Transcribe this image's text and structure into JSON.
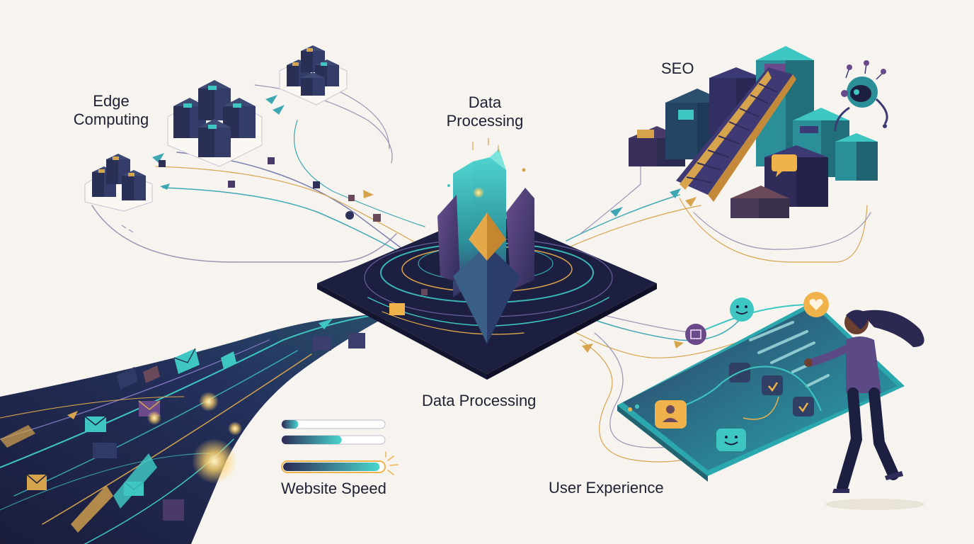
{
  "labels": {
    "edge_computing": "Edge\nComputing",
    "data_processing_top": "Data\nProcessing",
    "seo": "SEO",
    "data_processing_bottom": "Data Processing",
    "website_speed": "Website Speed",
    "user_experience": "User Experience"
  },
  "speed_bars": [
    0.16,
    0.58,
    0.96
  ],
  "colors": {
    "background": "#f7f4ef",
    "navy": "#1c1f3f",
    "teal": "#3ec6c3",
    "purple": "#6a4a8a",
    "gold": "#f0b24b",
    "text": "#1f2033"
  },
  "icons": [
    "server-stack-icon",
    "robot-icon",
    "smiley-icon",
    "heart-icon",
    "envelope-icon",
    "user-icon",
    "check-icon",
    "chat-bubble-icon",
    "staircase-icon"
  ]
}
